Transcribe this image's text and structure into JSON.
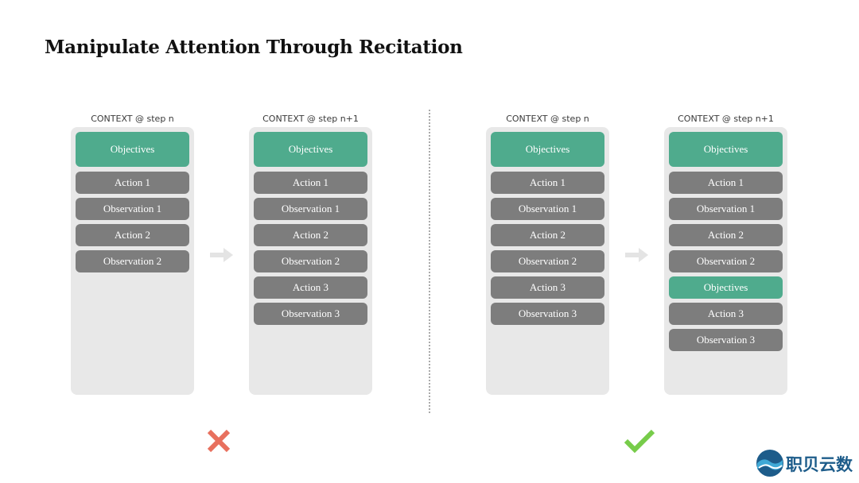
{
  "title": "Manipulate Attention Through Recitation",
  "panels": [
    {
      "label": "CONTEXT @ step n",
      "items": [
        "Objectives",
        "Action 1",
        "Observation 1",
        "Action 2",
        "Observation 2"
      ]
    },
    {
      "label": "CONTEXT @ step n+1",
      "items": [
        "Objectives",
        "Action 1",
        "Observation 1",
        "Action 2",
        "Observation 2",
        "Action 3",
        "Observation 3"
      ]
    },
    {
      "label": "CONTEXT @ step n",
      "items": [
        "Objectives",
        "Action 1",
        "Observation 1",
        "Action 2",
        "Observation 2",
        "Action 3",
        "Observation 3"
      ]
    },
    {
      "label": "CONTEXT @ step n+1",
      "items": [
        "Objectives",
        "Action 1",
        "Observation 1",
        "Action 2",
        "Observation 2",
        "Objectives",
        "Action 3",
        "Observation 3"
      ]
    }
  ],
  "logo": {
    "text": "职贝云数"
  },
  "colors": {
    "objective": "#4fab8d",
    "item": "#7d7d7d",
    "panel": "#e8e8e8",
    "wrong": "#e8705e",
    "right": "#77cc4a"
  }
}
